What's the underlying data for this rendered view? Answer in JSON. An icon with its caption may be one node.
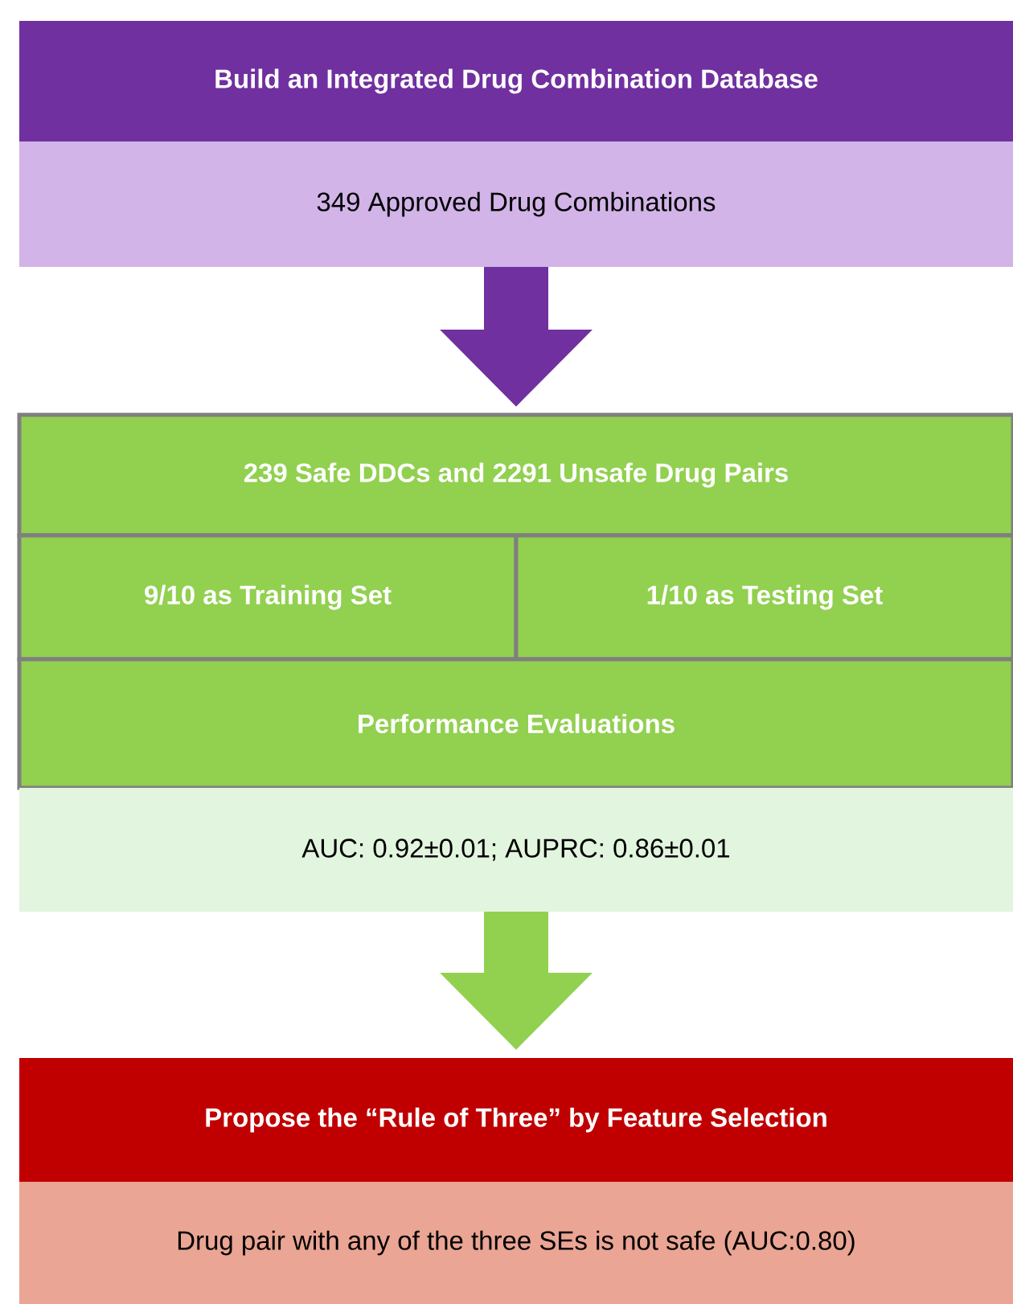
{
  "diagram": {
    "nodes": [
      {
        "text": [
          "Build an Integrated Drug Combination Database"
        ]
      },
      {
        "text": [
          "349 Approved Drug Combinations"
        ]
      },
      {
        "text": [
          "239 Safe DDCs and 2291 Unsafe Drug Pairs"
        ]
      },
      {
        "text": [
          "9/10 as Training Set"
        ]
      },
      {
        "text": [
          "1/10 as Testing Set"
        ]
      },
      {
        "text": [
          "Performance Evaluations"
        ]
      },
      {
        "text": [
          "AUC: 0.92±0.01; AUPRC: 0.86±0.01"
        ]
      },
      {
        "text": [
          "Propose the “Rule of Three” by Feature Selection"
        ]
      },
      {
        "text": [
          "Drug pair with any of the three SEs is not safe (AUC:0.80)"
        ]
      }
    ],
    "edges": [
      {
        "from": 1,
        "to": 2,
        "arrow": "to",
        "color": "#7030a0"
      },
      {
        "from": 6,
        "to": 7,
        "arrow": "to",
        "color": "#92d050"
      }
    ]
  }
}
